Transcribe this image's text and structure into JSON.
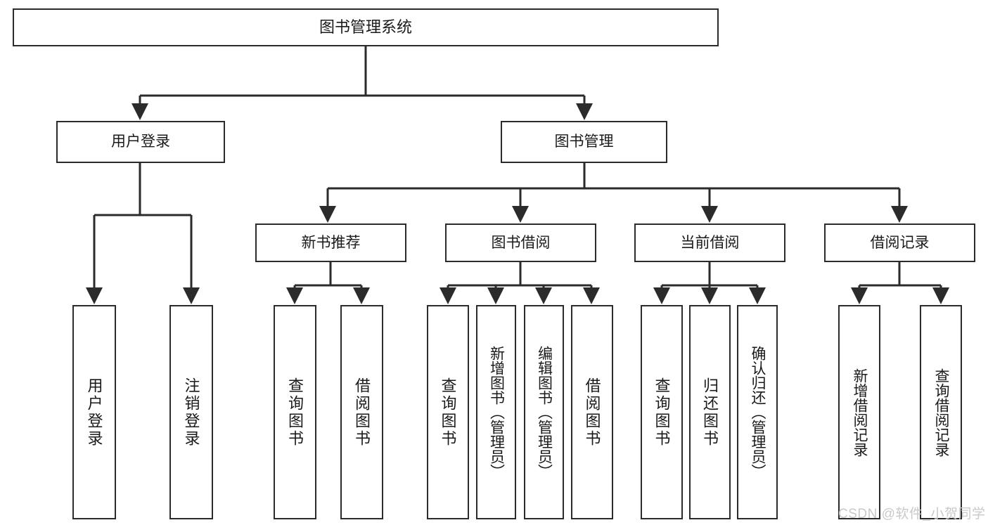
{
  "diagram": {
    "title": "图书管理系统",
    "type": "tree-hierarchy",
    "watermark": "CSDN @软件_小贺同学",
    "colors": {
      "stroke": "#2b2b2b",
      "fill": "#ffffff",
      "text": "#1a1a1a",
      "watermark": "#c9c9c9"
    },
    "nodes": {
      "root": {
        "label": "图书管理系统"
      },
      "level1": [
        {
          "id": "user-login",
          "label": "用户登录"
        },
        {
          "id": "book-manage",
          "label": "图书管理"
        }
      ],
      "level2": [
        {
          "id": "new-book-recommend",
          "label": "新书推荐"
        },
        {
          "id": "book-borrow",
          "label": "图书借阅"
        },
        {
          "id": "current-borrow",
          "label": "当前借阅"
        },
        {
          "id": "borrow-record",
          "label": "借阅记录"
        }
      ],
      "leaves": {
        "user-login": [
          {
            "id": "leaf-user-login",
            "label": "用户登录"
          },
          {
            "id": "leaf-logout-login",
            "label": "注销登录"
          }
        ],
        "new-book-recommend": [
          {
            "id": "leaf-query-book-1",
            "label": "查询图书"
          },
          {
            "id": "leaf-borrow-book-1",
            "label": "借阅图书"
          }
        ],
        "book-borrow": [
          {
            "id": "leaf-query-book-2",
            "label": "查询图书"
          },
          {
            "id": "leaf-add-book",
            "label": "新增图书（管理员）"
          },
          {
            "id": "leaf-edit-book",
            "label": "编辑图书（管理员）"
          },
          {
            "id": "leaf-borrow-book-2",
            "label": "借阅图书"
          }
        ],
        "current-borrow": [
          {
            "id": "leaf-query-book-3",
            "label": "查询图书"
          },
          {
            "id": "leaf-return-book",
            "label": "归还图书"
          },
          {
            "id": "leaf-confirm-return",
            "label": "确认归还（管理员）"
          }
        ],
        "borrow-record": [
          {
            "id": "leaf-add-record",
            "label": "新增借阅记录"
          },
          {
            "id": "leaf-query-record",
            "label": "查询借阅记录"
          }
        ]
      }
    }
  }
}
